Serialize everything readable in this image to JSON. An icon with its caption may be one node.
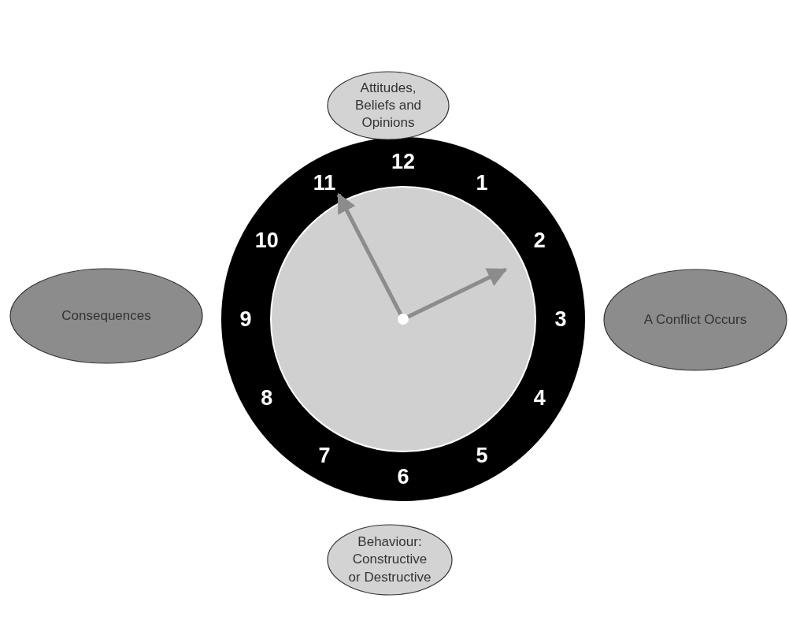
{
  "diagram": {
    "nodes": [
      {
        "text": [
          "Attitudes, Beliefs and Opinions"
        ]
      },
      {
        "text": [
          "Consequences"
        ]
      },
      {
        "text": [
          "A Conflict Occurs"
        ]
      },
      {
        "text": [
          "Behaviour: Constructive or Destructive"
        ]
      }
    ],
    "labels": [
      "12",
      "1",
      "2",
      "3",
      "4",
      "5",
      "6",
      "7",
      "8",
      "9",
      "10",
      "11"
    ]
  }
}
